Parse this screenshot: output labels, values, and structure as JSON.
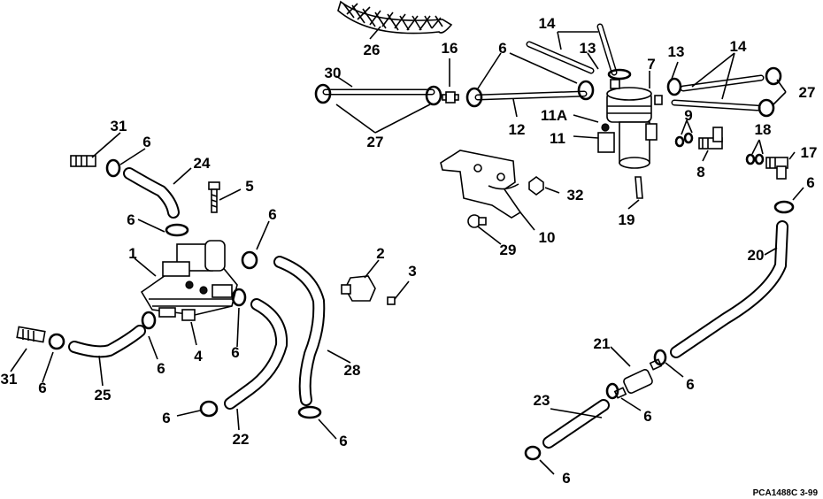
{
  "diagram": {
    "code_text": "PCA1488C  3-99",
    "callouts": [
      {
        "id": "c1",
        "text": "1"
      },
      {
        "id": "c2",
        "text": "2"
      },
      {
        "id": "c3",
        "text": "3"
      },
      {
        "id": "c4",
        "text": "4"
      },
      {
        "id": "c5",
        "text": "5"
      },
      {
        "id": "c6a",
        "text": "6"
      },
      {
        "id": "c6b",
        "text": "6"
      },
      {
        "id": "c6c",
        "text": "6"
      },
      {
        "id": "c6d",
        "text": "6"
      },
      {
        "id": "c6e",
        "text": "6"
      },
      {
        "id": "c6f",
        "text": "6"
      },
      {
        "id": "c6g",
        "text": "6"
      },
      {
        "id": "c6h",
        "text": "6"
      },
      {
        "id": "c6i",
        "text": "6"
      },
      {
        "id": "c6j",
        "text": "6"
      },
      {
        "id": "c6k",
        "text": "6"
      },
      {
        "id": "c6l",
        "text": "6"
      },
      {
        "id": "c6m",
        "text": "6"
      },
      {
        "id": "c7",
        "text": "7"
      },
      {
        "id": "c8",
        "text": "8"
      },
      {
        "id": "c9",
        "text": "9"
      },
      {
        "id": "c10",
        "text": "10"
      },
      {
        "id": "c11",
        "text": "11"
      },
      {
        "id": "c11a",
        "text": "11A"
      },
      {
        "id": "c12",
        "text": "12"
      },
      {
        "id": "c13a",
        "text": "13"
      },
      {
        "id": "c13b",
        "text": "13"
      },
      {
        "id": "c14a",
        "text": "14"
      },
      {
        "id": "c14b",
        "text": "14"
      },
      {
        "id": "c16",
        "text": "16"
      },
      {
        "id": "c17",
        "text": "17"
      },
      {
        "id": "c18",
        "text": "18"
      },
      {
        "id": "c19",
        "text": "19"
      },
      {
        "id": "c20",
        "text": "20"
      },
      {
        "id": "c21",
        "text": "21"
      },
      {
        "id": "c22",
        "text": "22"
      },
      {
        "id": "c23",
        "text": "23"
      },
      {
        "id": "c24",
        "text": "24"
      },
      {
        "id": "c25",
        "text": "25"
      },
      {
        "id": "c26",
        "text": "26"
      },
      {
        "id": "c27a",
        "text": "27"
      },
      {
        "id": "c27b",
        "text": "27"
      },
      {
        "id": "c28",
        "text": "28"
      },
      {
        "id": "c29",
        "text": "29"
      },
      {
        "id": "c30",
        "text": "30"
      },
      {
        "id": "c31a",
        "text": "31"
      },
      {
        "id": "c31b",
        "text": "31"
      },
      {
        "id": "c32",
        "text": "32"
      }
    ]
  }
}
